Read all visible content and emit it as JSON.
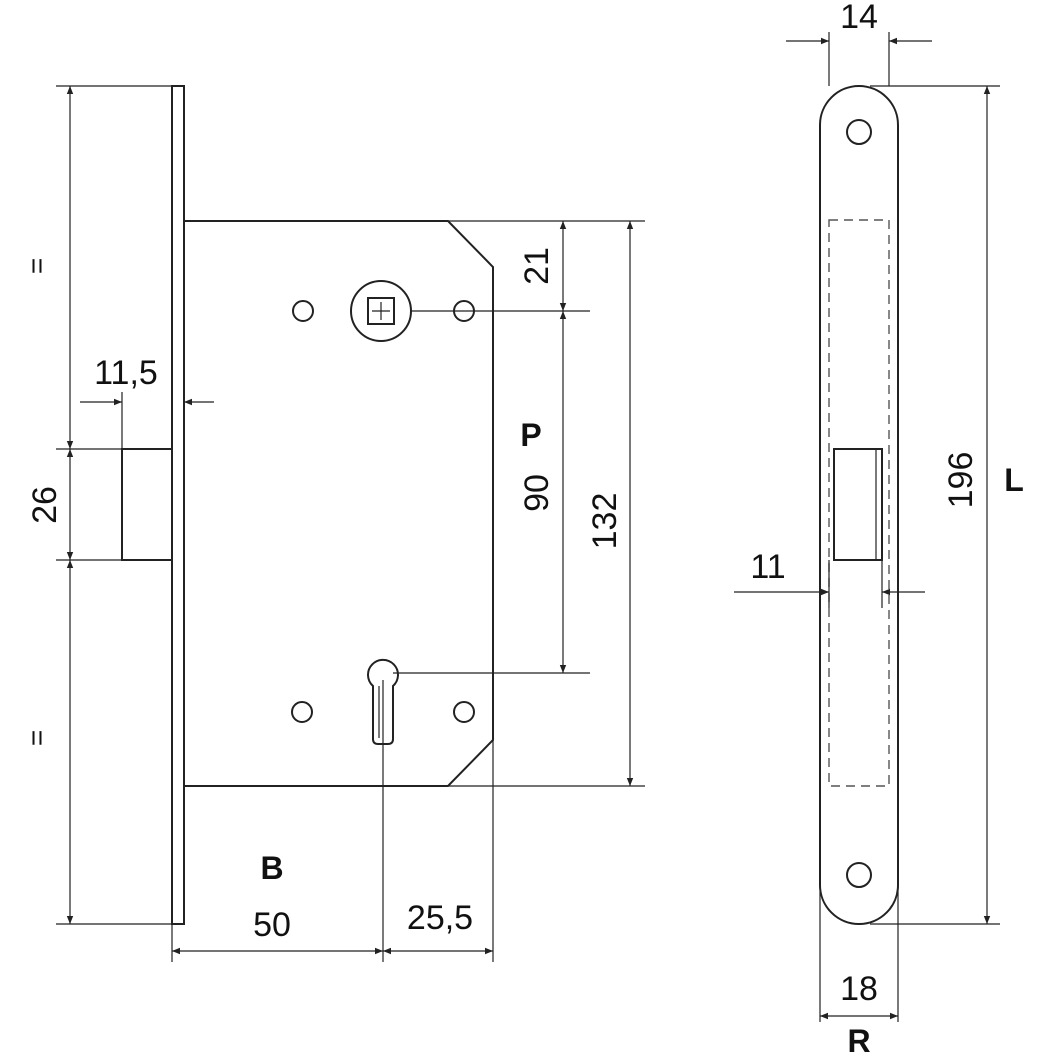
{
  "dimensions": {
    "faceplate_thickness": "11,5",
    "bolt_height": "26",
    "equal_marker": "=",
    "spindle_offset": "21",
    "center_distance": "90",
    "case_height": "132",
    "backset": "50",
    "case_remainder": "25,5",
    "front_width": "14",
    "front_plate_height": "196",
    "bolt_offset": "11",
    "plate_width": "18"
  },
  "labels": {
    "center_distance_letter": "P",
    "backset_letter": "B",
    "length_letter": "L",
    "plate_letter": "R"
  },
  "colors": {
    "line": "#222222",
    "background": "#ffffff"
  }
}
